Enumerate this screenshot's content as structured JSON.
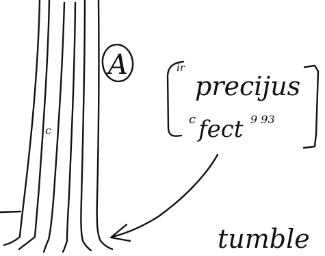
{
  "circle_label": "A",
  "bracket": {
    "superscript": "ir",
    "line1": "precijus",
    "line2_prefix": "c",
    "line2": "fect",
    "line2_superscript": "9 93"
  },
  "small_mark": "c",
  "bottom_word": "tumble"
}
